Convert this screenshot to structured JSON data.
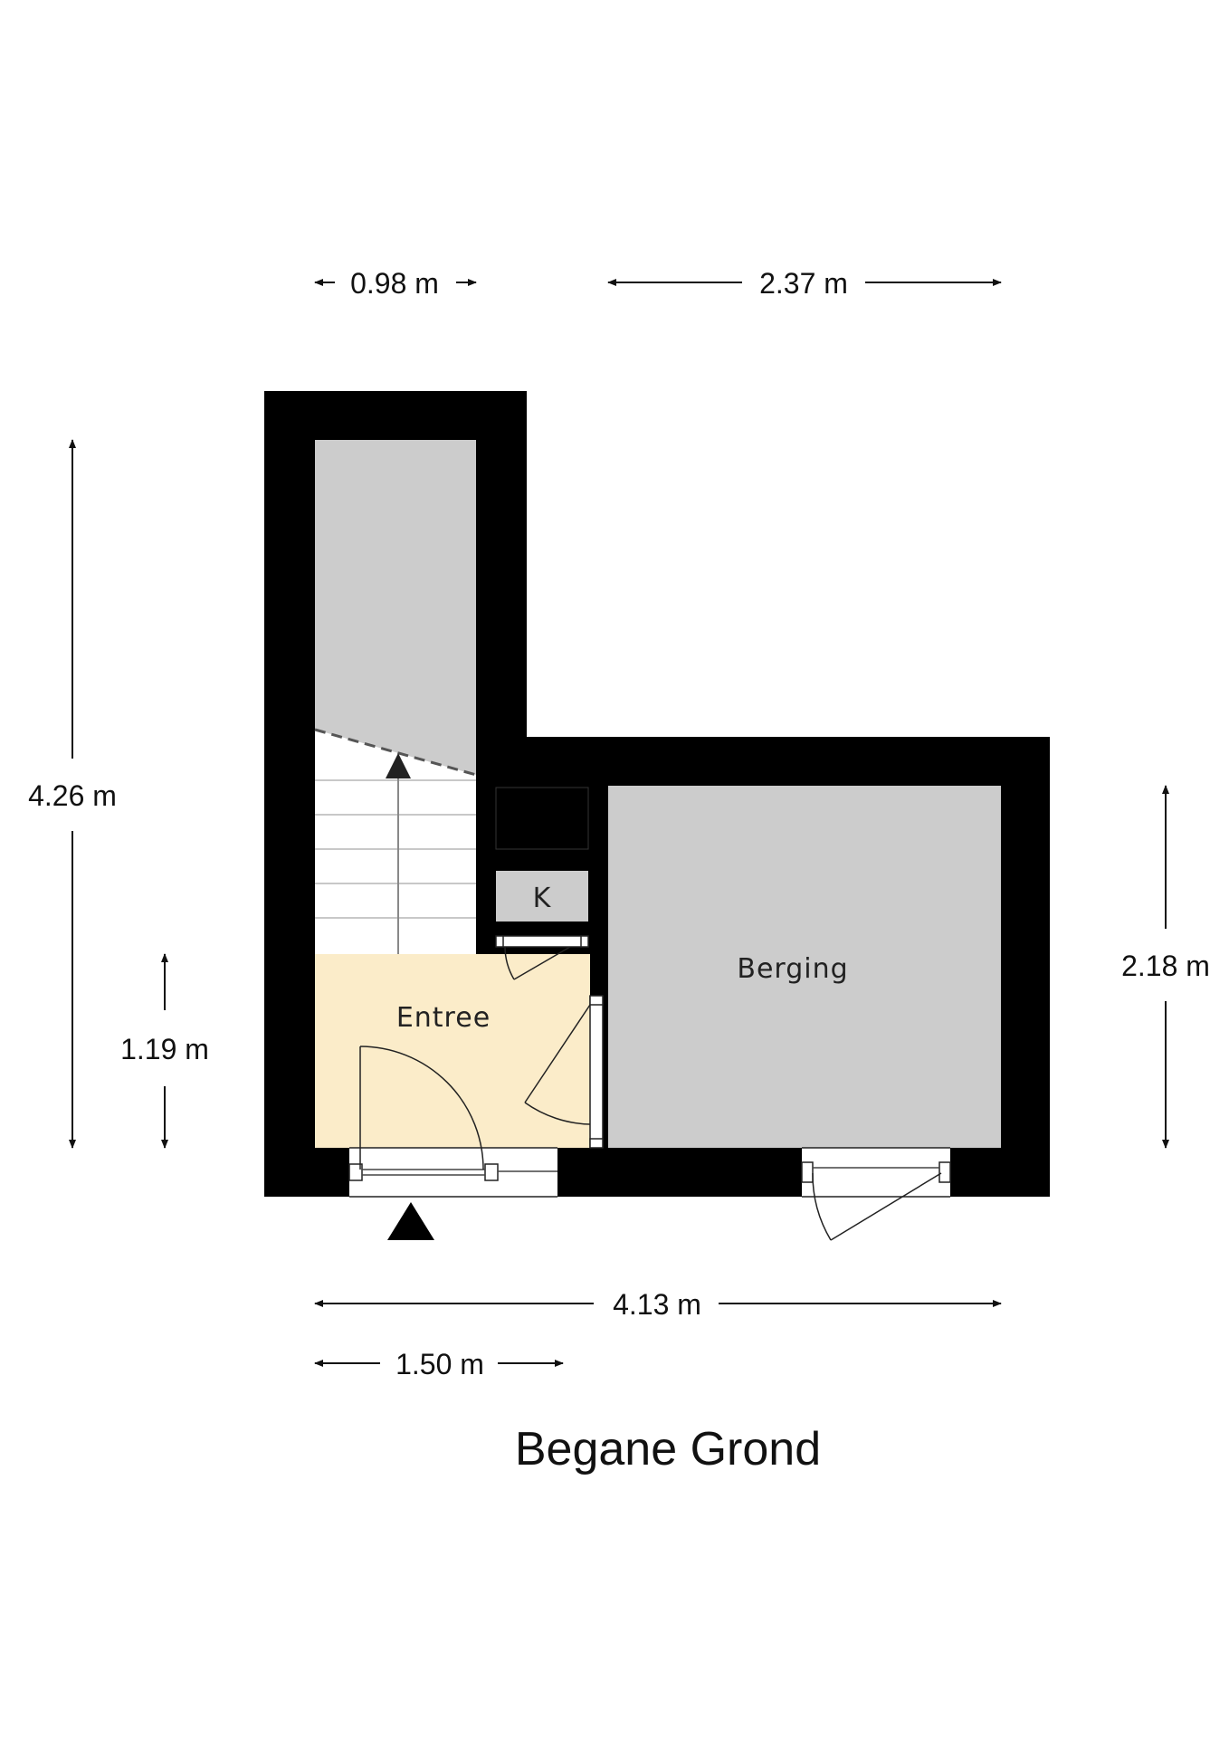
{
  "plan": {
    "title": "Begane Grond",
    "rooms": {
      "entree": "Entree",
      "berging": "Berging",
      "kast": "K"
    },
    "dimensions": {
      "top_left_width": "0.98 m",
      "top_right_width": "2.37 m",
      "left_total_height": "4.26 m",
      "left_entree_height": "1.19 m",
      "right_height": "2.18 m",
      "bottom_total_width": "4.13 m",
      "bottom_entree_width": "1.50 m"
    }
  },
  "colors": {
    "wall": "#000000",
    "room_gray": "#cccccc",
    "entree_fill": "#fbecc9",
    "stair_white": "#ffffff"
  }
}
